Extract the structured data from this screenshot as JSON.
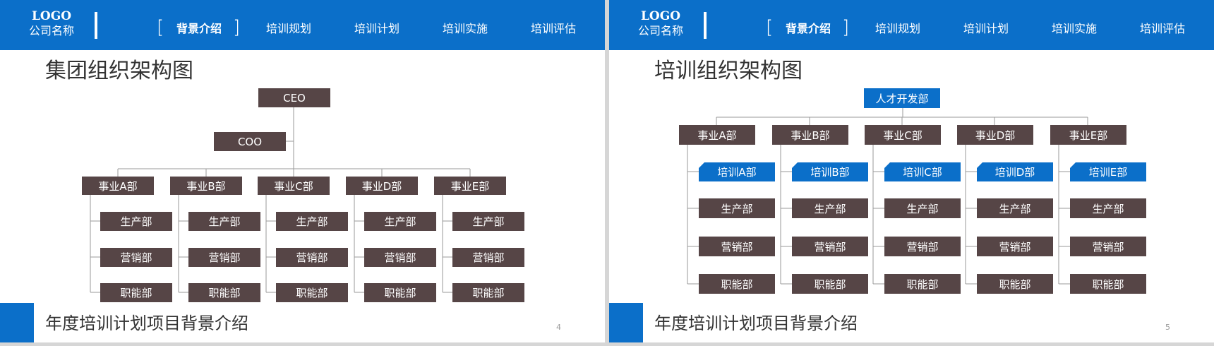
{
  "header": {
    "logo_main": "LOGO",
    "logo_sub": "公司名称",
    "nav": [
      "背景介绍",
      "培训规划",
      "培训计划",
      "培训实施",
      "培训评估"
    ],
    "bracket_left": "[",
    "bracket_right": "]"
  },
  "footer_title": "年度培训计划项目背景介绍",
  "slides": [
    {
      "title": "集团组织架构图",
      "page_number": "4",
      "org": {
        "root": "CEO",
        "second": "COO",
        "divisions": [
          {
            "name": "事业A部",
            "departments": [
              "生产部",
              "营销部",
              "职能部"
            ]
          },
          {
            "name": "事业B部",
            "departments": [
              "生产部",
              "营销部",
              "职能部"
            ]
          },
          {
            "name": "事业C部",
            "departments": [
              "生产部",
              "营销部",
              "职能部"
            ]
          },
          {
            "name": "事业D部",
            "departments": [
              "生产部",
              "营销部",
              "职能部"
            ]
          },
          {
            "name": "事业E部",
            "departments": [
              "生产部",
              "营销部",
              "职能部"
            ]
          }
        ]
      }
    },
    {
      "title": "培训组织架构图",
      "page_number": "5",
      "org": {
        "root": "人才开发部",
        "divisions": [
          {
            "name": "事业A部",
            "training": "培训A部",
            "departments": [
              "生产部",
              "营销部",
              "职能部"
            ]
          },
          {
            "name": "事业B部",
            "training": "培训B部",
            "departments": [
              "生产部",
              "营销部",
              "职能部"
            ]
          },
          {
            "name": "事业C部",
            "training": "培训C部",
            "departments": [
              "生产部",
              "营销部",
              "职能部"
            ]
          },
          {
            "name": "事业D部",
            "training": "培训D部",
            "departments": [
              "生产部",
              "营销部",
              "职能部"
            ]
          },
          {
            "name": "事业E部",
            "training": "培训E部",
            "departments": [
              "生产部",
              "营销部",
              "职能部"
            ]
          }
        ]
      },
      "colors": {
        "root": "#0b6fc9",
        "training": "#0b6fc9"
      }
    }
  ],
  "colors": {
    "accent": "#0b6fc9",
    "box": "#564546",
    "line": "#9a9a9a"
  }
}
